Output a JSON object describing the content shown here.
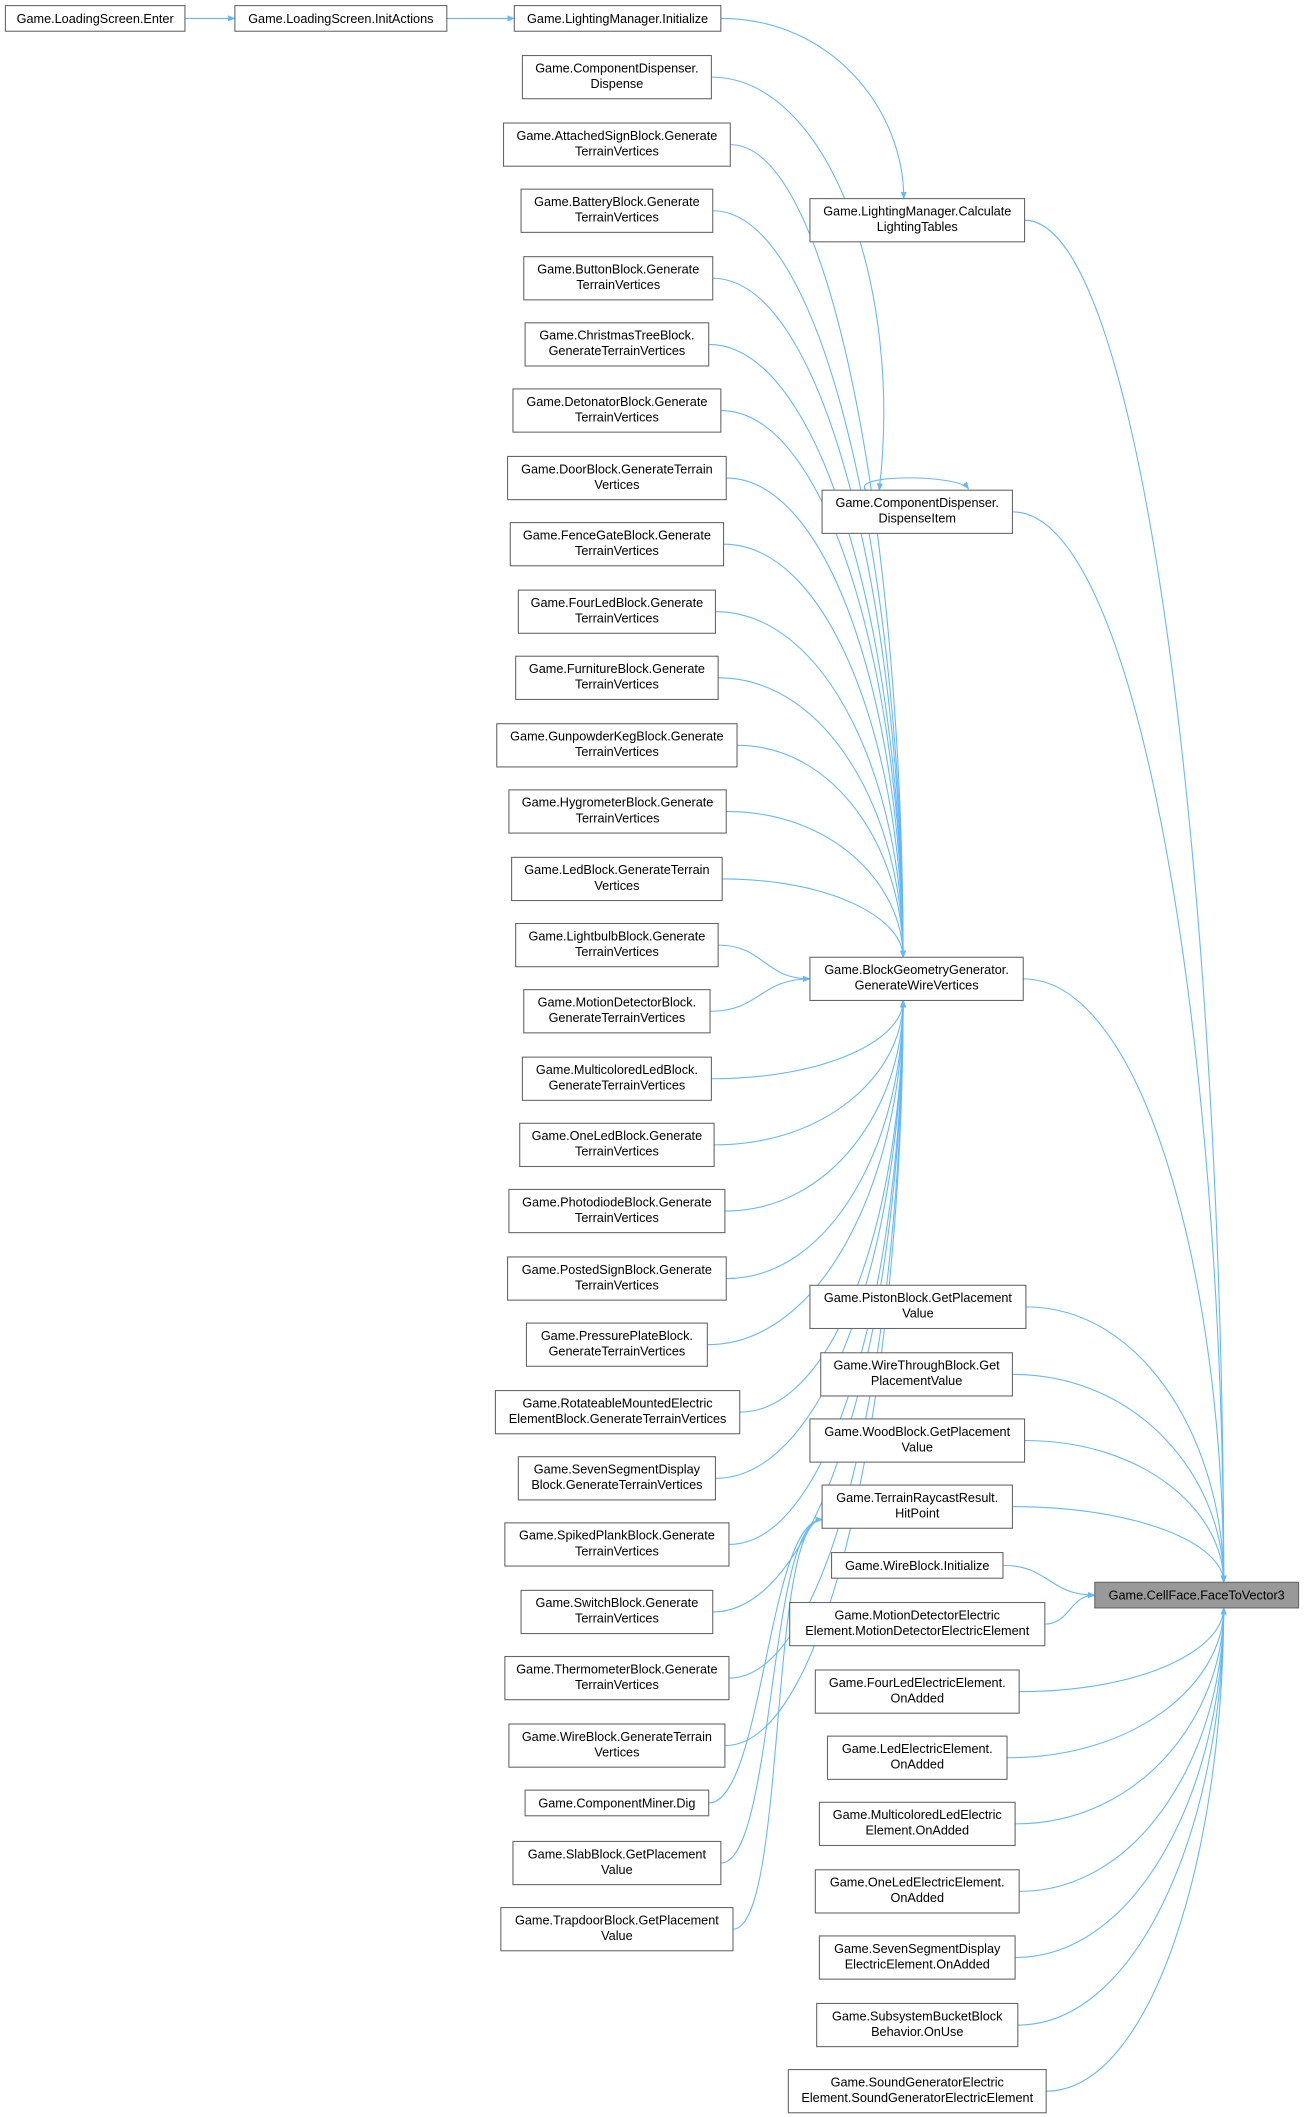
{
  "diagram": {
    "type": "call-graph",
    "focus_node": "n49",
    "edge_color": "#63b8ff",
    "highlight_fill": "#999999",
    "nodes": [
      {
        "id": "n1",
        "lines": [
          "Game.LoadingScreen.Enter"
        ]
      },
      {
        "id": "n2",
        "lines": [
          "Game.LoadingScreen.InitActions"
        ]
      },
      {
        "id": "n3",
        "lines": [
          "Game.LightingManager.Initialize"
        ]
      },
      {
        "id": "n4",
        "lines": [
          "Game.ComponentDispenser.",
          "Dispense"
        ]
      },
      {
        "id": "n5",
        "lines": [
          "Game.AttachedSignBlock.Generate",
          "TerrainVertices"
        ]
      },
      {
        "id": "n6",
        "lines": [
          "Game.BatteryBlock.Generate",
          "TerrainVertices"
        ]
      },
      {
        "id": "n7",
        "lines": [
          "Game.ButtonBlock.Generate",
          "TerrainVertices"
        ]
      },
      {
        "id": "n8",
        "lines": [
          "Game.ChristmasTreeBlock.",
          "GenerateTerrainVertices"
        ]
      },
      {
        "id": "n9",
        "lines": [
          "Game.DetonatorBlock.Generate",
          "TerrainVertices"
        ]
      },
      {
        "id": "n10",
        "lines": [
          "Game.DoorBlock.GenerateTerrain",
          "Vertices"
        ]
      },
      {
        "id": "n11",
        "lines": [
          "Game.FenceGateBlock.Generate",
          "TerrainVertices"
        ]
      },
      {
        "id": "n12",
        "lines": [
          "Game.FourLedBlock.Generate",
          "TerrainVertices"
        ]
      },
      {
        "id": "n13",
        "lines": [
          "Game.FurnitureBlock.Generate",
          "TerrainVertices"
        ]
      },
      {
        "id": "n14",
        "lines": [
          "Game.GunpowderKegBlock.Generate",
          "TerrainVertices"
        ]
      },
      {
        "id": "n15",
        "lines": [
          "Game.HygrometerBlock.Generate",
          "TerrainVertices"
        ]
      },
      {
        "id": "n16",
        "lines": [
          "Game.LedBlock.GenerateTerrain",
          "Vertices"
        ]
      },
      {
        "id": "n17",
        "lines": [
          "Game.LightbulbBlock.Generate",
          "TerrainVertices"
        ]
      },
      {
        "id": "n18",
        "lines": [
          "Game.MotionDetectorBlock.",
          "GenerateTerrainVertices"
        ]
      },
      {
        "id": "n19",
        "lines": [
          "Game.MulticoloredLedBlock.",
          "GenerateTerrainVertices"
        ]
      },
      {
        "id": "n20",
        "lines": [
          "Game.OneLedBlock.Generate",
          "TerrainVertices"
        ]
      },
      {
        "id": "n21",
        "lines": [
          "Game.PhotodiodeBlock.Generate",
          "TerrainVertices"
        ]
      },
      {
        "id": "n22",
        "lines": [
          "Game.PostedSignBlock.Generate",
          "TerrainVertices"
        ]
      },
      {
        "id": "n23",
        "lines": [
          "Game.PressurePlateBlock.",
          "GenerateTerrainVertices"
        ]
      },
      {
        "id": "n24",
        "lines": [
          "Game.RotateableMountedElectric",
          "ElementBlock.GenerateTerrainVertices"
        ]
      },
      {
        "id": "n25",
        "lines": [
          "Game.SevenSegmentDisplay",
          "Block.GenerateTerrainVertices"
        ]
      },
      {
        "id": "n26",
        "lines": [
          "Game.SpikedPlankBlock.Generate",
          "TerrainVertices"
        ]
      },
      {
        "id": "n27",
        "lines": [
          "Game.SwitchBlock.Generate",
          "TerrainVertices"
        ]
      },
      {
        "id": "n28",
        "lines": [
          "Game.ThermometerBlock.Generate",
          "TerrainVertices"
        ]
      },
      {
        "id": "n29",
        "lines": [
          "Game.WireBlock.GenerateTerrain",
          "Vertices"
        ]
      },
      {
        "id": "n30",
        "lines": [
          "Game.ComponentMiner.Dig"
        ]
      },
      {
        "id": "n31",
        "lines": [
          "Game.SlabBlock.GetPlacement",
          "Value"
        ]
      },
      {
        "id": "n32",
        "lines": [
          "Game.TrapdoorBlock.GetPlacement",
          "Value"
        ]
      },
      {
        "id": "n33",
        "lines": [
          "Game.LightingManager.Calculate",
          "LightingTables"
        ]
      },
      {
        "id": "n34",
        "lines": [
          "Game.ComponentDispenser.",
          "DispenseItem"
        ]
      },
      {
        "id": "n35",
        "lines": [
          "Game.BlockGeometryGenerator.",
          "GenerateWireVertices"
        ]
      },
      {
        "id": "n36",
        "lines": [
          "Game.PistonBlock.GetPlacement",
          "Value"
        ]
      },
      {
        "id": "n37",
        "lines": [
          "Game.WireThroughBlock.Get",
          "PlacementValue"
        ]
      },
      {
        "id": "n38",
        "lines": [
          "Game.WoodBlock.GetPlacement",
          "Value"
        ]
      },
      {
        "id": "n39",
        "lines": [
          "Game.TerrainRaycastResult.",
          "HitPoint"
        ]
      },
      {
        "id": "n40",
        "lines": [
          "Game.WireBlock.Initialize"
        ]
      },
      {
        "id": "n41",
        "lines": [
          "Game.MotionDetectorElectric",
          "Element.MotionDetectorElectricElement"
        ]
      },
      {
        "id": "n42",
        "lines": [
          "Game.FourLedElectricElement.",
          "OnAdded"
        ]
      },
      {
        "id": "n43",
        "lines": [
          "Game.LedElectricElement.",
          "OnAdded"
        ]
      },
      {
        "id": "n44",
        "lines": [
          "Game.MulticoloredLedElectric",
          "Element.OnAdded"
        ]
      },
      {
        "id": "n45",
        "lines": [
          "Game.OneLedElectricElement.",
          "OnAdded"
        ]
      },
      {
        "id": "n46",
        "lines": [
          "Game.SevenSegmentDisplay",
          "ElectricElement.OnAdded"
        ]
      },
      {
        "id": "n47",
        "lines": [
          "Game.SubsystemBucketBlock",
          "Behavior.OnUse"
        ]
      },
      {
        "id": "n48",
        "lines": [
          "Game.SoundGeneratorElectric",
          "Element.SoundGeneratorElectricElement"
        ]
      },
      {
        "id": "n49",
        "lines": [
          "Game.CellFace.FaceToVector3"
        ]
      }
    ],
    "edges": [
      [
        "n1",
        "n2"
      ],
      [
        "n2",
        "n3"
      ],
      [
        "n3",
        "n33"
      ],
      [
        "n4",
        "n34"
      ],
      [
        "n34",
        "n34"
      ],
      [
        "n5",
        "n35"
      ],
      [
        "n6",
        "n35"
      ],
      [
        "n7",
        "n35"
      ],
      [
        "n8",
        "n35"
      ],
      [
        "n9",
        "n35"
      ],
      [
        "n10",
        "n35"
      ],
      [
        "n11",
        "n35"
      ],
      [
        "n12",
        "n35"
      ],
      [
        "n13",
        "n35"
      ],
      [
        "n14",
        "n35"
      ],
      [
        "n15",
        "n35"
      ],
      [
        "n16",
        "n35"
      ],
      [
        "n17",
        "n35"
      ],
      [
        "n18",
        "n35"
      ],
      [
        "n19",
        "n35"
      ],
      [
        "n20",
        "n35"
      ],
      [
        "n21",
        "n35"
      ],
      [
        "n22",
        "n35"
      ],
      [
        "n23",
        "n35"
      ],
      [
        "n24",
        "n35"
      ],
      [
        "n25",
        "n35"
      ],
      [
        "n26",
        "n35"
      ],
      [
        "n27",
        "n35"
      ],
      [
        "n28",
        "n35"
      ],
      [
        "n29",
        "n35"
      ],
      [
        "n30",
        "n39"
      ],
      [
        "n31",
        "n39"
      ],
      [
        "n32",
        "n39"
      ],
      [
        "n33",
        "n49"
      ],
      [
        "n34",
        "n49"
      ],
      [
        "n35",
        "n49"
      ],
      [
        "n36",
        "n49"
      ],
      [
        "n37",
        "n49"
      ],
      [
        "n38",
        "n49"
      ],
      [
        "n39",
        "n49"
      ],
      [
        "n40",
        "n49"
      ],
      [
        "n41",
        "n49"
      ],
      [
        "n42",
        "n49"
      ],
      [
        "n43",
        "n49"
      ],
      [
        "n44",
        "n49"
      ],
      [
        "n45",
        "n49"
      ],
      [
        "n46",
        "n49"
      ],
      [
        "n47",
        "n49"
      ],
      [
        "n48",
        "n49"
      ]
    ]
  }
}
